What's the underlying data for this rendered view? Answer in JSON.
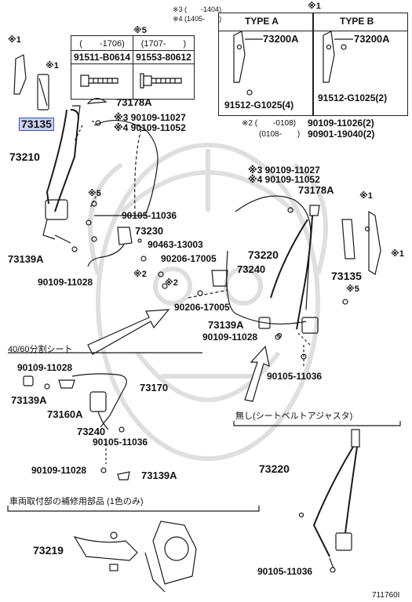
{
  "note_5": {
    "marker": "※5",
    "col1_header": "(　　-1706)",
    "col2_header": "(1707-　　)",
    "col1_part": "91511-B0614",
    "col2_part": "91553-80612"
  },
  "note_1": {
    "marker": "※1",
    "type_a": "TYPE A",
    "type_b": "TYPE B",
    "a_part_main": "73200A",
    "b_part_main": "73200A",
    "a_bolt": "91512-G1025(4)",
    "b_bolt": "91512-G1025(2)"
  },
  "top_notes": {
    "n3": "※3 (　　-1404)",
    "n4": "※4 (1405-　　)"
  },
  "note_2": {
    "line1_marker": "※2 (　　-0108)",
    "line1_part": "90109-11026(2)",
    "line2_marker": "(0108-　　)",
    "line2_part": "90901-19040(2)"
  },
  "labels": {
    "l_x1_a": "※1",
    "l_x1_b": "※1",
    "p73135_left": "73135",
    "p73178A_top": "73178A",
    "p90109_11027_top": "※3 90109-11027",
    "p90109_11052_top": "※4 90109-11052",
    "p73210": "73210",
    "p_x5_left": "※5",
    "p90105_11036_a": "90105-11036",
    "p73230": "73230",
    "p90463_13003": "90463-13003",
    "p73139A_a": "73139A",
    "p90206_17005_a": "90206-17005",
    "p90109_11028_a": "90109-11028",
    "p_x2_a": "※2",
    "p73240_a": "73240",
    "p_x2_b": "※2",
    "p90206_17005_b": "90206-17005",
    "p73139A_b": "73139A",
    "p90109_11028_b": "90109-11028",
    "p90105_11036_b": "90105-11036",
    "p90109_11027_r": "※3 90109-11027",
    "p90109_11052_r": "※4 90109-11052",
    "p73178A_r": "73178A",
    "p_x1_r1": "※1",
    "p_x1_r2": "※1",
    "p73220_a": "73220",
    "p73135_r": "73135",
    "p_x5_r": "※5"
  },
  "section_4060": {
    "title": "40/60分割シート",
    "p90109_11028": "90109-11028",
    "p73139A": "73139A",
    "p73170": "73170",
    "p73160A": "73160A",
    "p73240": "73240",
    "p90105_11036": "90105-11036",
    "p90109_11028_b": "90109-11028",
    "p73139A_b": "73139A"
  },
  "section_no_adjuster": {
    "title": "無し(シートベルトアジャスタ)",
    "p73220": "73220",
    "p90105_11036": "90105-11036"
  },
  "section_repair": {
    "title": "車両取付部の補修用部品 (1色のみ)",
    "p73219": "73219"
  },
  "diagram_id": "711760I"
}
